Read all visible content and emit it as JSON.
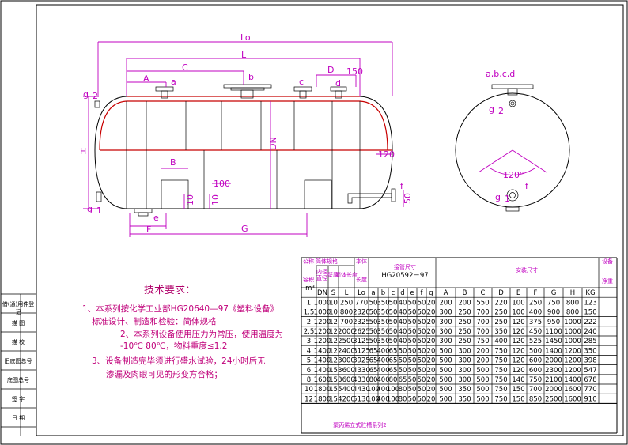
{
  "dimensions": {
    "Lo": "Lo",
    "L": "L",
    "C": "C",
    "A": "A",
    "D": "D",
    "H": "H",
    "B": "B",
    "F": "F",
    "G": "G",
    "DN": "DN",
    "val_150": "150",
    "val_120": "120",
    "val_100": "100",
    "val_10a": "10",
    "val_10b": "10",
    "val_50": "50"
  },
  "nozzles": {
    "a": "a",
    "b": "b",
    "c": "c",
    "d": "d",
    "e": "e",
    "f": "f",
    "g1": "g",
    "g1_sub": "1",
    "g2": "g",
    "g2_sub": "2",
    "side_top": "a,b,c,d",
    "side_g2": "g",
    "side_g2_sub": "2",
    "side_f": "f",
    "side_g1": "g",
    "side_g1_sub": "1",
    "angle": "120°"
  },
  "notes": {
    "title": "技术要求：",
    "line1": "1、本系列按化学工业部HG20640—97《塑料设备》",
    "line2": "标准设计、制造和检验：简体规格",
    "line3": "2、本系列设备使用压力为常压，使用温度为",
    "line4": "-10℃   80℃，物料重度≤1.2",
    "line5": "3、设备制造完毕须进行盛水试验，24小时后无",
    "line6": "渗漏及肉眼可见的形变方合格；"
  },
  "left_stamp": [
    "借(通)用件登记",
    "描  图",
    "描  校",
    "旧底图总号",
    "底图总号",
    "签  字",
    "日  期"
  ],
  "table": {
    "hdr_gongcheng": "公称",
    "hdr_rongji": "容积",
    "hdr_guige": "简体规格",
    "hdr_neijing": "内径",
    "hdr_zhijing": "直径",
    "hdr_bihou": "壁厚",
    "hdr_changdu": "简体长度",
    "hdr_benti": "本体",
    "hdr_benti2": "长度",
    "hdr_jieguan": "接管尺寸",
    "hdr_hg": "HG20592－97",
    "hdr_anzhuang": "安装尺寸",
    "hdr_shebei": "设备",
    "hdr_jingzhong": "净重",
    "hdr_m3": "m³",
    "cols": [
      "",
      "DN",
      "S",
      "L",
      "Lo",
      "a",
      "b",
      "c",
      "d",
      "e",
      "f",
      "g",
      "A",
      "B",
      "C",
      "D",
      "E",
      "F",
      "G",
      "H",
      "KG"
    ],
    "rows": [
      [
        "1",
        "1000",
        "10",
        "250",
        "770",
        "50",
        "350",
        "50",
        "40",
        "50",
        "50",
        "20",
        "200",
        "200",
        "550",
        "220",
        "100",
        "250",
        "750",
        "800",
        "123"
      ],
      [
        "1.5",
        "1000",
        "10",
        "800",
        "2320",
        "50",
        "350",
        "50",
        "40",
        "50",
        "50",
        "20",
        "300",
        "250",
        "700",
        "250",
        "100",
        "400",
        "900",
        "800",
        "150"
      ],
      [
        "2",
        "1200",
        "12",
        "700",
        "2325",
        "50",
        "350",
        "50",
        "40",
        "50",
        "50",
        "20",
        "300",
        "250",
        "700",
        "250",
        "120",
        "375",
        "950",
        "1000",
        "222"
      ],
      [
        "2.5",
        "1200",
        "12",
        "2000",
        "2625",
        "50",
        "350",
        "50",
        "40",
        "50",
        "50",
        "20",
        "300",
        "250",
        "700",
        "350",
        "120",
        "450",
        "1100",
        "1000",
        "240"
      ],
      [
        "3",
        "1200",
        "12",
        "2500",
        "3125",
        "50",
        "350",
        "50",
        "40",
        "50",
        "50",
        "20",
        "300",
        "250",
        "750",
        "400",
        "120",
        "525",
        "1450",
        "1000",
        "285"
      ],
      [
        "4",
        "1400",
        "12",
        "2400",
        "3125",
        "65",
        "400",
        "65",
        "50",
        "50",
        "50",
        "20",
        "500",
        "300",
        "200",
        "750",
        "120",
        "500",
        "1400",
        "1200",
        "350"
      ],
      [
        "5",
        "1400",
        "12",
        "3000",
        "3925",
        "65",
        "400",
        "65",
        "50",
        "50",
        "50",
        "20",
        "500",
        "300",
        "200",
        "750",
        "120",
        "600",
        "2000",
        "1200",
        "398"
      ],
      [
        "6",
        "1400",
        "15",
        "3600",
        "4330",
        "65",
        "400",
        "65",
        "50",
        "50",
        "50",
        "20",
        "500",
        "300",
        "500",
        "750",
        "120",
        "600",
        "2300",
        "1200",
        "547"
      ],
      [
        "8",
        "1600",
        "15",
        "3600",
        "4330",
        "80",
        "400",
        "80",
        "65",
        "50",
        "50",
        "20",
        "500",
        "300",
        "500",
        "750",
        "140",
        "750",
        "2100",
        "1400",
        "678"
      ],
      [
        "10",
        "1800",
        "15",
        "5400",
        "4430",
        "100",
        "400",
        "100",
        "80",
        "50",
        "50",
        "20",
        "500",
        "350",
        "500",
        "750",
        "150",
        "700",
        "2000",
        "1600",
        "770"
      ],
      [
        "12",
        "1800",
        "15",
        "4200",
        "5130",
        "100",
        "400",
        "100",
        "80",
        "50",
        "50",
        "20",
        "500",
        "350",
        "500",
        "750",
        "150",
        "850",
        "2500",
        "1600",
        "910"
      ]
    ],
    "title": "聚丙烯立式贮槽系列2"
  }
}
